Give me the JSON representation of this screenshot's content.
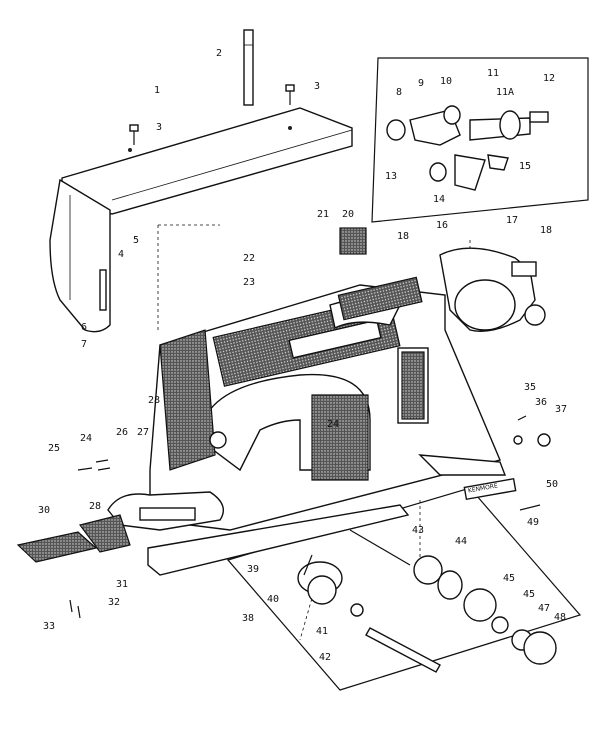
{
  "diagram": {
    "brand_plate": "KENMORE",
    "labels": [
      {
        "id": "l1",
        "text": "1"
      },
      {
        "id": "l2",
        "text": "2"
      },
      {
        "id": "l3a",
        "text": "3"
      },
      {
        "id": "l3b",
        "text": "3"
      },
      {
        "id": "l4",
        "text": "4"
      },
      {
        "id": "l5",
        "text": "5"
      },
      {
        "id": "l6",
        "text": "6"
      },
      {
        "id": "l7",
        "text": "7"
      },
      {
        "id": "l8",
        "text": "8"
      },
      {
        "id": "l9",
        "text": "9"
      },
      {
        "id": "l10",
        "text": "10"
      },
      {
        "id": "l11",
        "text": "11"
      },
      {
        "id": "l11a",
        "text": "11A"
      },
      {
        "id": "l12",
        "text": "12"
      },
      {
        "id": "l13",
        "text": "13"
      },
      {
        "id": "l14",
        "text": "14"
      },
      {
        "id": "l15",
        "text": "15"
      },
      {
        "id": "l16",
        "text": "16"
      },
      {
        "id": "l17",
        "text": "17"
      },
      {
        "id": "l18a",
        "text": "18"
      },
      {
        "id": "l18b",
        "text": "18"
      },
      {
        "id": "l20",
        "text": "20"
      },
      {
        "id": "l21",
        "text": "21"
      },
      {
        "id": "l22a",
        "text": "22"
      },
      {
        "id": "l23",
        "text": "23"
      },
      {
        "id": "l24a",
        "text": "24"
      },
      {
        "id": "l24b",
        "text": "24"
      },
      {
        "id": "l25",
        "text": "25"
      },
      {
        "id": "l26",
        "text": "26"
      },
      {
        "id": "l27",
        "text": "27"
      },
      {
        "id": "l28a",
        "text": "28"
      },
      {
        "id": "l28b",
        "text": "28"
      },
      {
        "id": "l30",
        "text": "30"
      },
      {
        "id": "l31",
        "text": "31"
      },
      {
        "id": "l32",
        "text": "32"
      },
      {
        "id": "l33",
        "text": "33"
      },
      {
        "id": "l35",
        "text": "35"
      },
      {
        "id": "l36",
        "text": "36"
      },
      {
        "id": "l37",
        "text": "37"
      },
      {
        "id": "l38",
        "text": "38"
      },
      {
        "id": "l39",
        "text": "39"
      },
      {
        "id": "l40",
        "text": "40"
      },
      {
        "id": "l41",
        "text": "41"
      },
      {
        "id": "l42",
        "text": "42"
      },
      {
        "id": "l43",
        "text": "43"
      },
      {
        "id": "l44",
        "text": "44"
      },
      {
        "id": "l45a",
        "text": "45"
      },
      {
        "id": "l45b",
        "text": "45"
      },
      {
        "id": "l47",
        "text": "47"
      },
      {
        "id": "l48",
        "text": "48"
      },
      {
        "id": "l49",
        "text": "49"
      },
      {
        "id": "l50",
        "text": "50"
      }
    ]
  }
}
